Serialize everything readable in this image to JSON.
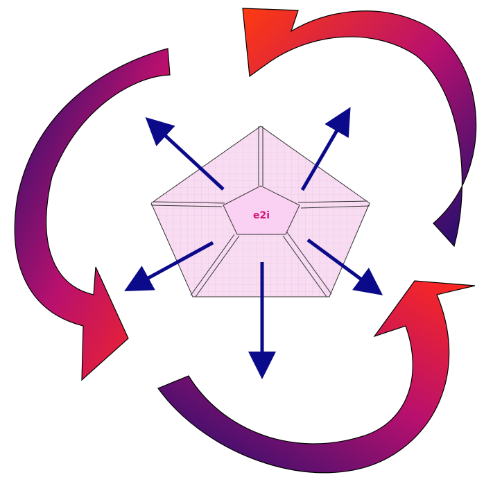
{
  "center": {
    "label": "e2i"
  },
  "colors": {
    "arrow_start": "#1a0f6e",
    "arrow_mid": "#b8106e",
    "arrow_end": "#ff2a1a",
    "arrow_tip": "#ff7a10",
    "pentagon_fill": "#f7d9f1",
    "pentagon_center": "#fbd1f3",
    "label_color": "#d0137a",
    "ray_color": "#0a0a8a"
  },
  "diagram": {
    "pentagon_segments": 5,
    "radial_arrows": 5,
    "cycle_arrows": 3
  }
}
